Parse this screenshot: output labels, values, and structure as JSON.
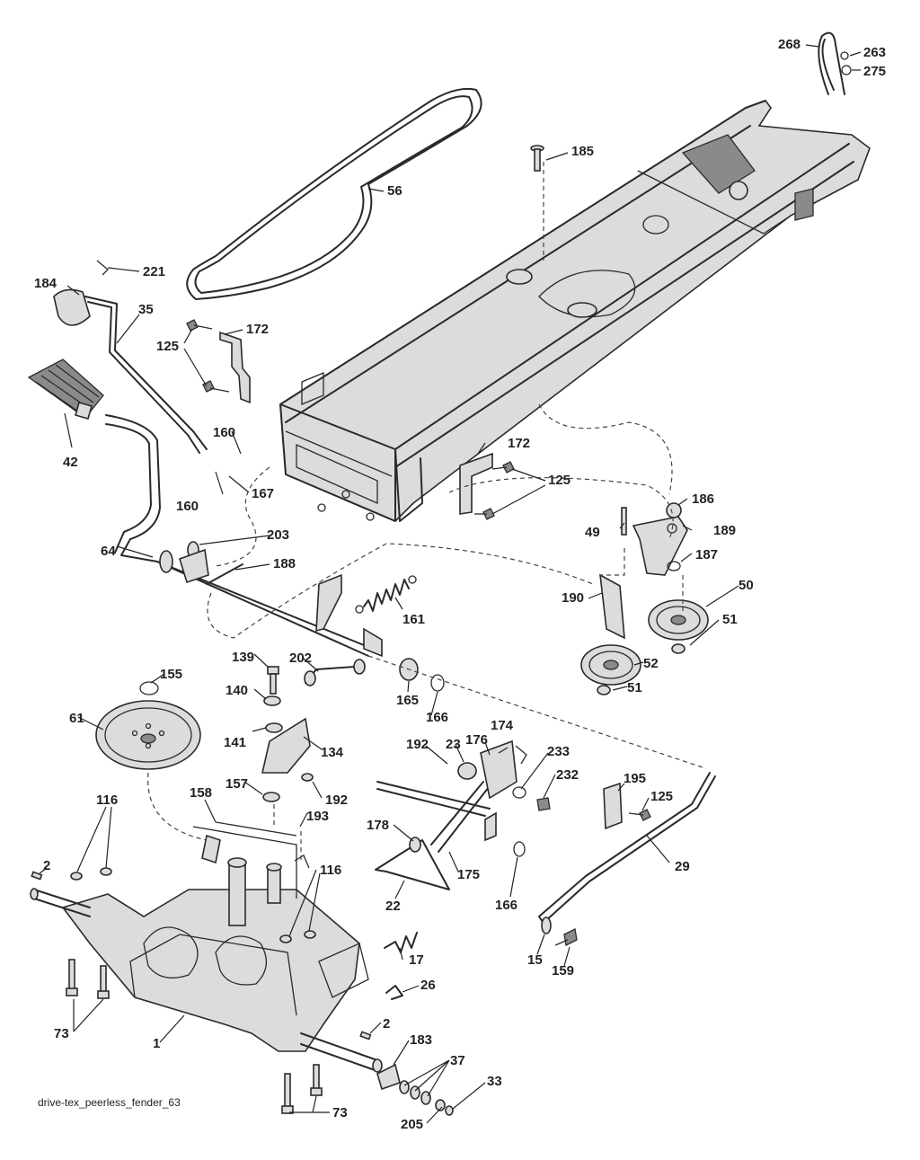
{
  "diagram": {
    "footer_label": "drive-tex_peerless_fender_63",
    "callouts": {
      "p268": "268",
      "p263": "263",
      "p275": "275",
      "p185": "185",
      "p56": "56",
      "p221": "221",
      "p184": "184",
      "p35": "35",
      "p172a": "172",
      "p125a": "125",
      "p42": "42",
      "p160a": "160",
      "p160b": "160",
      "p167": "167",
      "p172b": "172",
      "p125b": "125",
      "p186": "186",
      "p49": "49",
      "p189": "189",
      "p187": "187",
      "p203": "203",
      "p64": "64",
      "p188": "188",
      "p161": "161",
      "p190": "190",
      "p50": "50",
      "p51a": "51",
      "p52": "52",
      "p51b": "51",
      "p139": "139",
      "p202": "202",
      "p155": "155",
      "p140": "140",
      "p165": "165",
      "p166a": "166",
      "p61": "61",
      "p141": "141",
      "p134": "134",
      "p174": "174",
      "p192a": "192",
      "p23": "23",
      "p176": "176",
      "p233": "233",
      "p232": "232",
      "p157": "157",
      "p192b": "192",
      "p116a": "116",
      "p158": "158",
      "p193": "193",
      "p195": "195",
      "p125c": "125",
      "p178": "178",
      "p2a": "2",
      "p116b": "116",
      "p29": "29",
      "p175": "175",
      "p22": "22",
      "p166b": "166",
      "p17": "17",
      "p15": "15",
      "p159": "159",
      "p26": "26",
      "p73a": "73",
      "p1": "1",
      "p2b": "2",
      "p183": "183",
      "p37": "37",
      "p33": "33",
      "p205": "205",
      "p73b": "73"
    }
  }
}
